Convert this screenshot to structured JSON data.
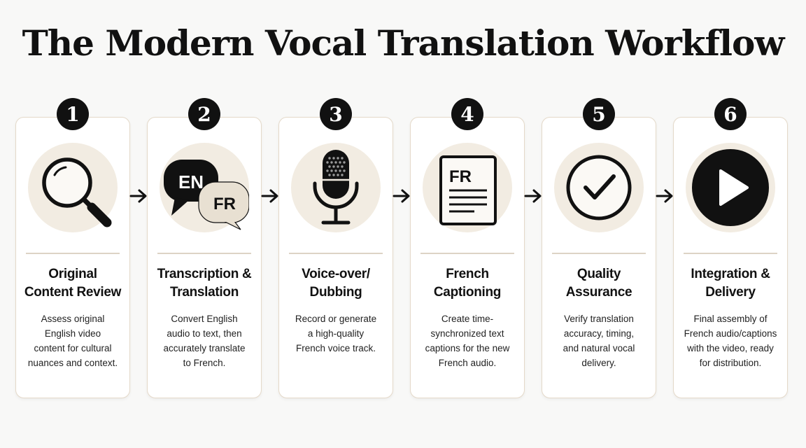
{
  "title": "The Modern Vocal Translation Workflow",
  "steps": [
    {
      "number": "1",
      "icon": "magnifying-glass-icon",
      "heading_line1": "Original",
      "heading_line2": "Content Review",
      "desc_lines": [
        "Assess original",
        "English video",
        "content for cultural",
        "nuances and context."
      ]
    },
    {
      "number": "2",
      "icon": "speech-bubbles-icon",
      "bubble_en": "EN",
      "bubble_fr": "FR",
      "heading_line1": "Transcription &",
      "heading_line2": "Translation",
      "desc_lines": [
        "Convert English",
        "audio to text, then",
        "accurately translate",
        "to French."
      ]
    },
    {
      "number": "3",
      "icon": "microphone-icon",
      "heading_line1": "Voice-over/",
      "heading_line2": "Dubbing",
      "desc_lines": [
        "Record or generate",
        "a high-quality",
        "French voice track."
      ]
    },
    {
      "number": "4",
      "icon": "caption-document-icon",
      "doc_label": "FR",
      "heading_line1": "French",
      "heading_line2": "Captioning",
      "desc_lines": [
        "Create time-",
        "synchronized text",
        "captions for the new",
        "French audio."
      ]
    },
    {
      "number": "5",
      "icon": "checkmark-icon",
      "heading_line1": "Quality",
      "heading_line2": "Assurance",
      "desc_lines": [
        "Verify translation",
        "accuracy, timing,",
        "and natural vocal",
        "delivery."
      ]
    },
    {
      "number": "6",
      "icon": "play-icon",
      "heading_line1": "Integration &",
      "heading_line2": "Delivery",
      "desc_lines": [
        "Final assembly of",
        "French audio/captions",
        "with the video, ready",
        "for distribution."
      ]
    }
  ],
  "colors": {
    "accent_dark": "#111111",
    "card_border": "#e4d9c9",
    "icon_bg": "#f2ece2"
  }
}
